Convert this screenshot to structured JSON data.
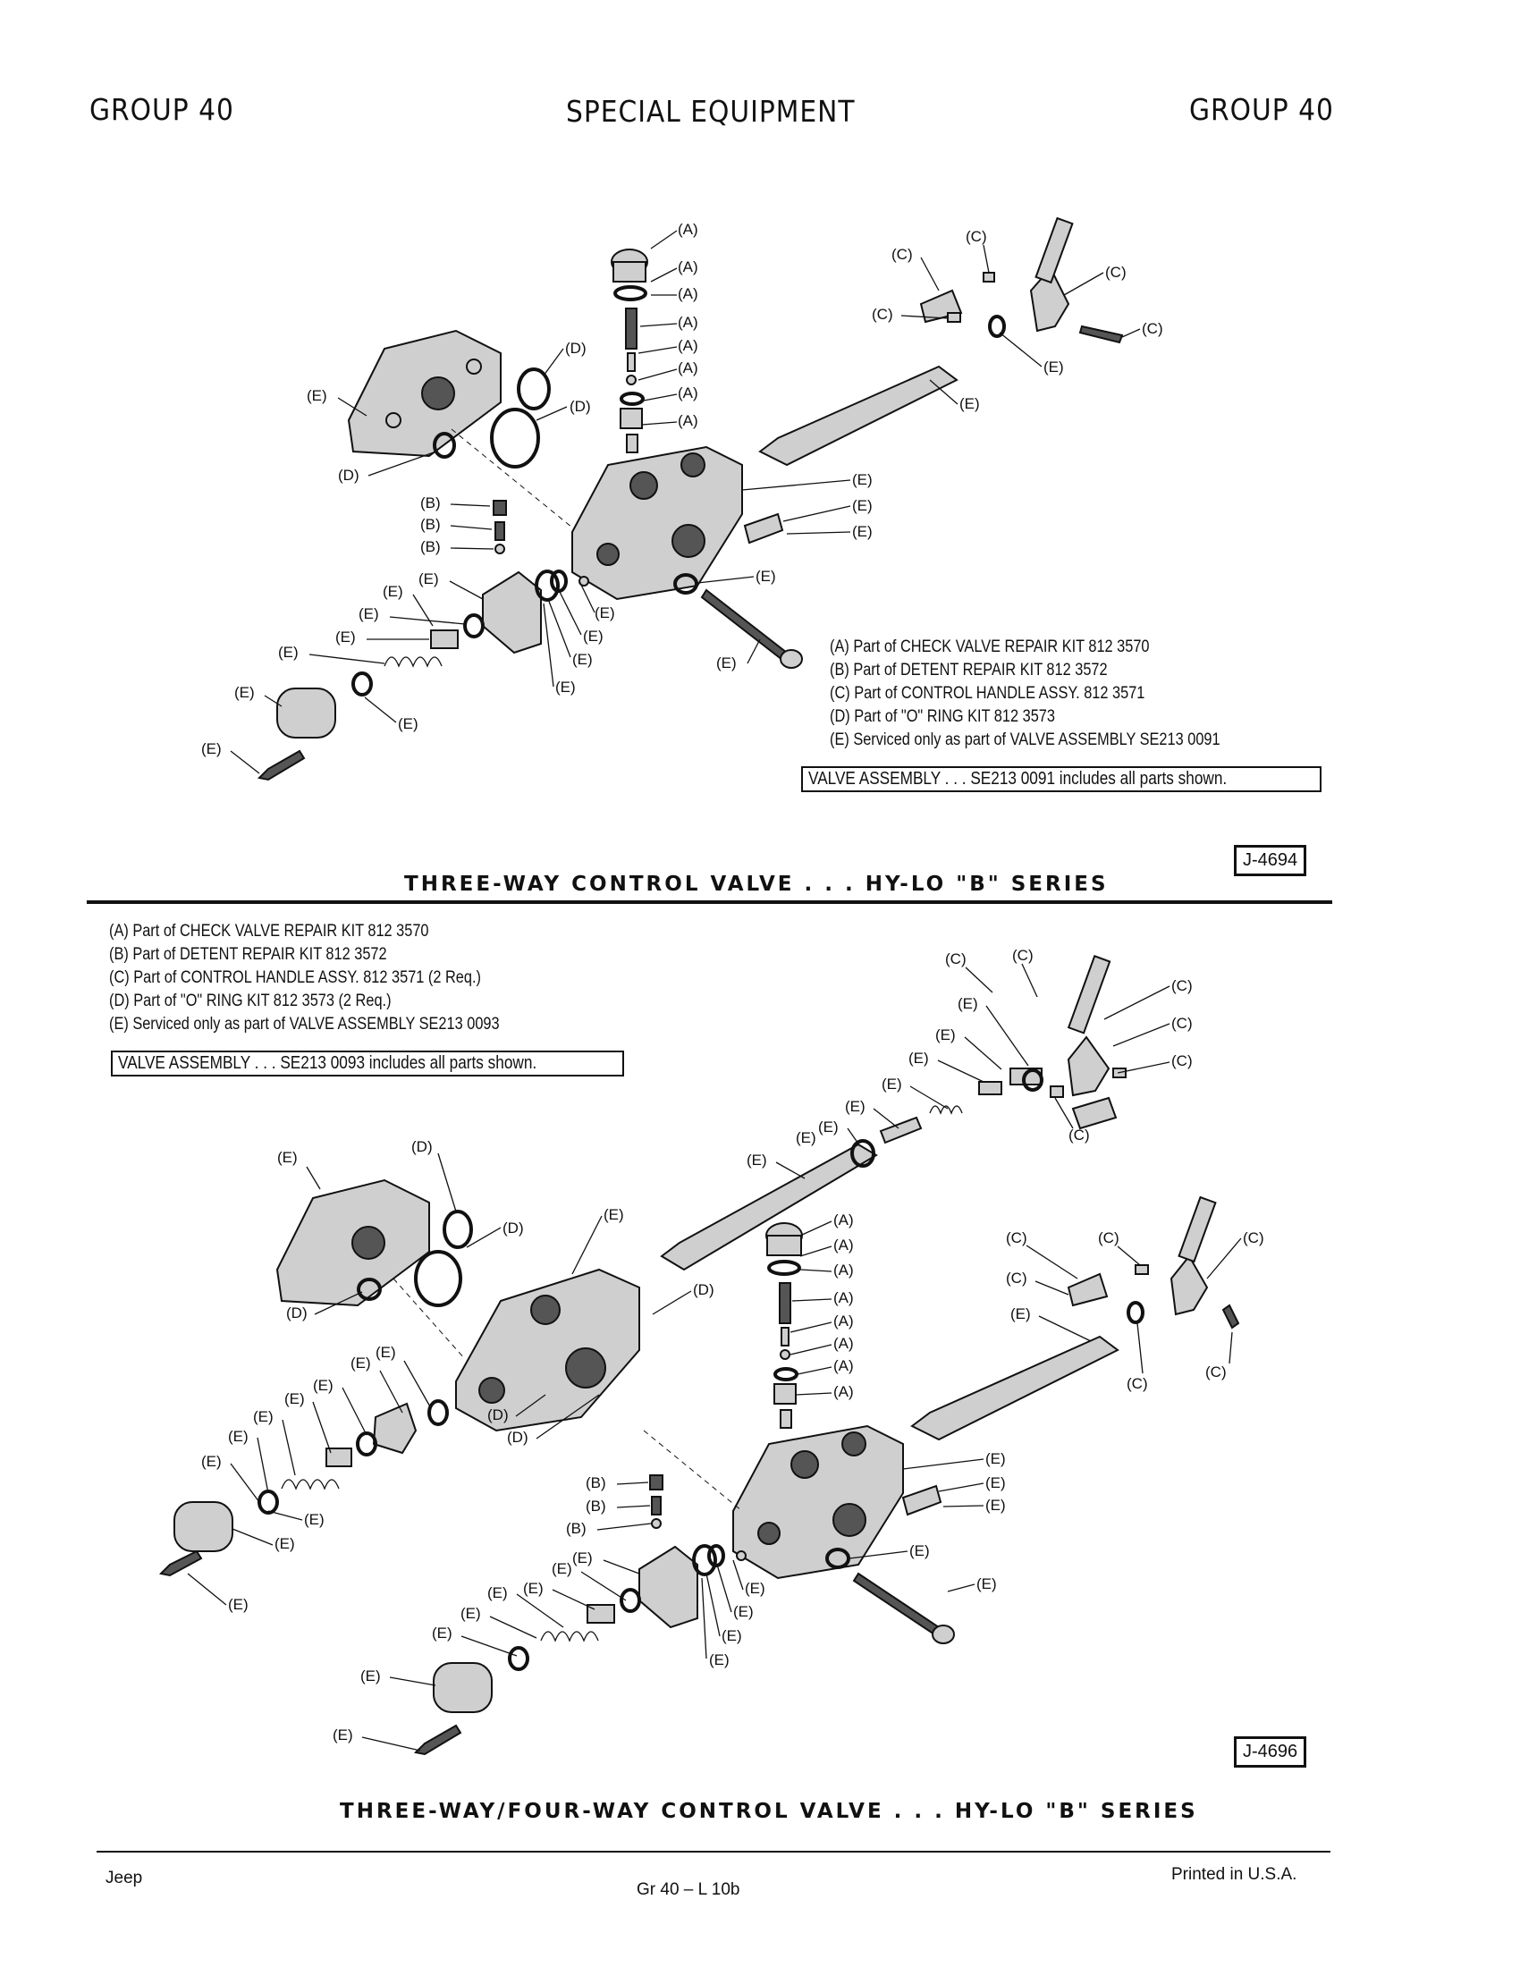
{
  "header": {
    "left": "GROUP 40",
    "center": "SPECIAL EQUIPMENT",
    "right": "GROUP 40"
  },
  "figure1": {
    "legend": [
      "(A)  Part of CHECK VALVE REPAIR KIT  812 3570",
      "(B)  Part of DETENT REPAIR KIT  812 3572",
      "(C)  Part of CONTROL HANDLE ASSY.  812 3571",
      "(D)  Part of \"O\" RING KIT  812 3573",
      "(E)  Serviced only as part of VALVE ASSEMBLY  SE213 0091"
    ],
    "note": "VALVE ASSEMBLY . . . SE213 0091 includes all parts shown.",
    "ref": "J-4694",
    "caption": "THREE-WAY CONTROL VALVE . . . HY-LO \"B\" SERIES"
  },
  "figure2": {
    "legend": [
      "(A)  Part of CHECK VALVE REPAIR KIT  812 3570",
      "(B)  Part of DETENT REPAIR KIT  812 3572",
      "(C)  Part of CONTROL HANDLE ASSY.  812 3571 (2 Req.)",
      "(D)  Part of \"O\" RING KIT  812 3573 (2 Req.)",
      "(E)  Serviced only as part of VALVE ASSEMBLY  SE213 0093"
    ],
    "note": "VALVE ASSEMBLY . . . SE213 0093 includes all parts shown.",
    "ref": "J-4696",
    "caption": "THREE-WAY/FOUR-WAY CONTROL VALVE . . . HY-LO \"B\" SERIES"
  },
  "callout_labels": {
    "a": "(A)",
    "b": "(B)",
    "c": "(C)",
    "d": "(D)",
    "e": "(E)"
  },
  "footer": {
    "left": "Jeep",
    "center": "Gr  40  –  L  10b",
    "right": "Printed  in U.S.A."
  }
}
